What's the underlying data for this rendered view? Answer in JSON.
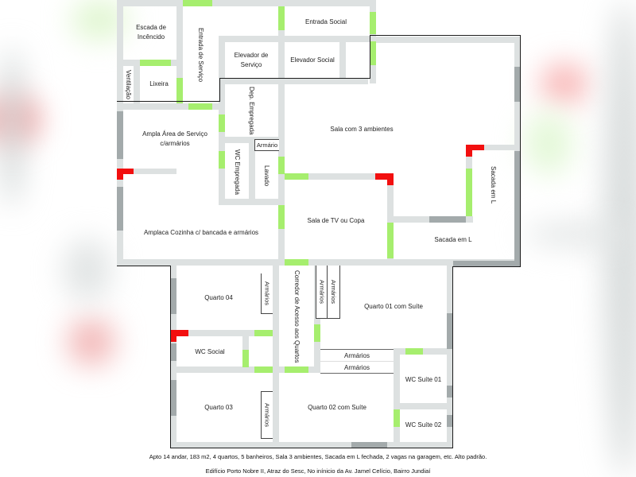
{
  "colors": {
    "wall": "#dde1e1",
    "window": "#a3aaab",
    "door": "#a6ee6e",
    "pillar": "#f20f0f",
    "outline": "#1d1d1d"
  },
  "rooms": {
    "escada": "Escada de Incêncido",
    "entrada_servico": "Entrada de Serviço",
    "entrada_social": "Entrada Social",
    "elevador_servico": "Elevador de Serviço",
    "elevador_social": "Elevador Social",
    "ventilacao": "Ventilação",
    "lixeira": "Lixeira",
    "dep_empregada": "Dep. Empregada",
    "armario": "Armário",
    "wc_empregada": "WC Empregada",
    "lavado": "Lavado",
    "area_servico": "Ampla Área de Serviço c/armários",
    "cozinha": "Amplaca Cozinha c/ bancada e armários",
    "sala_3_ambientes": "Sala com 3 ambientes",
    "sala_tv": "Sala de TV ou Copa",
    "sacada_v": "Sacada em L",
    "sacada_h": "Sacada em L",
    "quarto_04": "Quarto 04",
    "wc_social": "WC Social",
    "quarto_03": "Quarto 03",
    "corredor": "Corredor de Acesso aos Quartos",
    "quarto_01": "Quarto 01 com Suíte",
    "quarto_02": "Quarto 02 com Suíte",
    "wc_suite_01": "WC Suíte 01",
    "wc_suite_02": "WC Suíte 02"
  },
  "cabinets": {
    "q04": "Armários",
    "q03": "Armários",
    "q01_a": "Armários",
    "q01_b": "Armários",
    "row_1": "Armários",
    "row_2": "Armários"
  },
  "caption": {
    "line1": "Apto 14 andar, 183 m2, 4 quartos, 5 banheiros, Sala 3 ambientes, Sacada em L fechada, 2 vagas na garagem, etc. Alto padrão.",
    "line2": "Edifício Porto Nobre II, Atraz do Sesc, No inínicio da Av. Jamel Celício, Bairro Jundiaí"
  }
}
